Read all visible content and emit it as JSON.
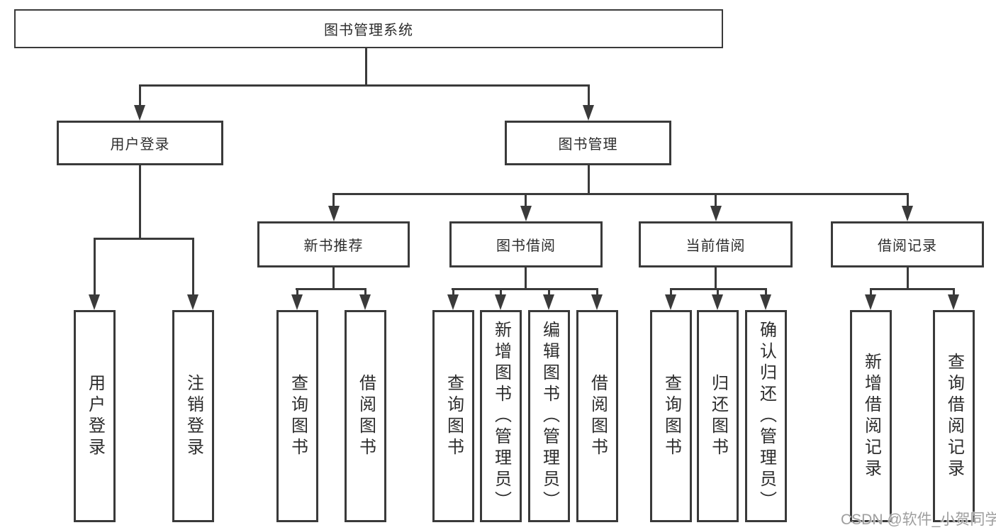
{
  "diagram": {
    "root": {
      "label": "图书管理系统"
    },
    "level1": [
      {
        "label": "用户登录"
      },
      {
        "label": "图书管理"
      }
    ],
    "login_children": [
      "用户登录",
      "注销登录"
    ],
    "book_modules": [
      {
        "label": "新书推荐",
        "children": [
          "查询图书",
          "借阅图书"
        ]
      },
      {
        "label": "图书借阅",
        "children": [
          "查询图书",
          "新增图书（管理员）",
          "编辑图书（管理员）",
          "借阅图书"
        ]
      },
      {
        "label": "当前借阅",
        "children": [
          "查询图书",
          "归还图书",
          "确认归还（管理员）"
        ]
      },
      {
        "label": "借阅记录",
        "children": [
          "新增借阅记录",
          "查询借阅记录"
        ]
      }
    ],
    "watermark": "CSDN @软件_小贺同学",
    "colors": {
      "line": "#3a3a3a",
      "text": "#2d2d2d",
      "background": "#ffffff",
      "watermark": "#9e9e9e"
    }
  }
}
